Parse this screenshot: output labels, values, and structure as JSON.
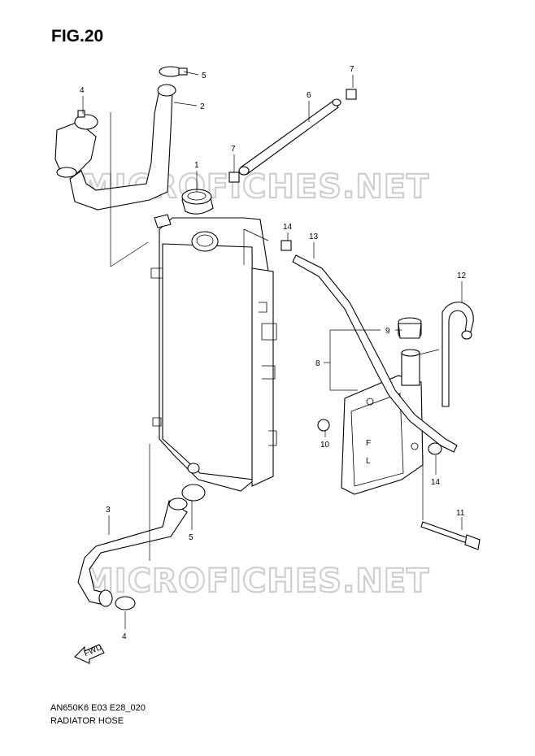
{
  "figure": {
    "title": "FIG.20",
    "code": "AN650K6 E03 E28_020",
    "name": "RADIATOR HOSE"
  },
  "watermark": "MICROFICHES.NET",
  "arrow_label": "FWD",
  "callouts": {
    "c1": "1",
    "c2": "2",
    "c3": "3",
    "c4a": "4",
    "c4b": "4",
    "c5a": "5",
    "c5b": "5",
    "c6": "6",
    "c7a": "7",
    "c7b": "7",
    "c8": "8",
    "c9": "9",
    "c10": "10",
    "c11": "11",
    "c12": "12",
    "c13": "13",
    "c14a": "14",
    "c14b": "14"
  },
  "colors": {
    "ink": "#000000",
    "watermark": "#cfcfcf",
    "background": "#ffffff"
  }
}
